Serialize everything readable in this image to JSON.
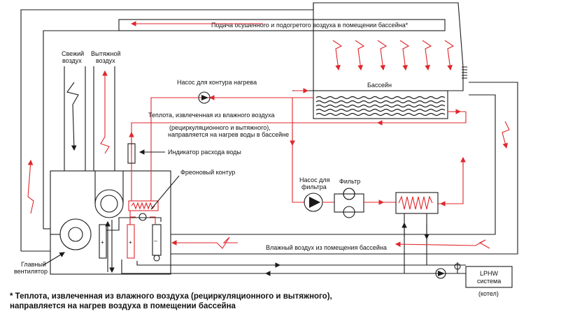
{
  "labels": {
    "supply_air": "Подача осушенного и подогретого воздуха в помещении бассейна*",
    "fresh_air_1": "Свежий",
    "fresh_air_2": "воздух",
    "exhaust_air_1": "Вытяжной",
    "exhaust_air_2": "воздух",
    "heating_pump": "Насос для контура нагрева",
    "pool": "Бассейн",
    "heat_recovered_1": "Теплота, извлеченная из влажного воздуха",
    "heat_recovered_2": "(рециркуляционного и вытяжного),",
    "heat_recovered_3": "направляется на нагрев воды в бассейне",
    "flow_indicator": "Индикатор расхода воды",
    "freon_circuit": "Фреоновый контур",
    "filter_pump_1": "Насос для",
    "filter_pump_2": "фильтра",
    "filter": "Фильтр",
    "humid_air": "Влажный воздух из помещения бассейна",
    "main_fan_1": "Главный",
    "main_fan_2": "вентилятор",
    "lphw_1": "LPHW",
    "lphw_2": "система",
    "boiler": "(котел)",
    "plus": "+",
    "minus": "–"
  },
  "footnote": {
    "line1": "* Теплота, извлеченная из влажного воздуха (рециркуляционного и вытяжного),",
    "line2": "направляется на нагрев воздуха в помещении бассейна"
  },
  "colors": {
    "water_heating_line": "#e0262b",
    "air_duct_line": "#1a1a1a"
  }
}
